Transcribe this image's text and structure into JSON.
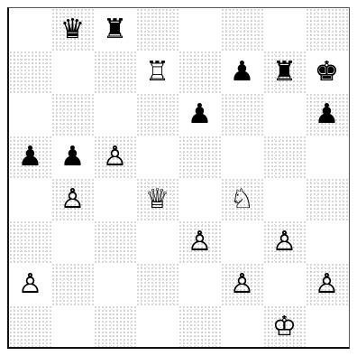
{
  "board": {
    "files": [
      "a",
      "b",
      "c",
      "d",
      "e",
      "f",
      "g",
      "h"
    ],
    "ranks": [
      "8",
      "7",
      "6",
      "5",
      "4",
      "3",
      "2",
      "1"
    ],
    "light_square_color": "#ffffff",
    "dark_square_style": "stippled",
    "orientation": "white-at-bottom"
  },
  "pieces": [
    {
      "square": "b8",
      "color": "black",
      "type": "queen",
      "glyph": "♛",
      "icon": "black-queen-icon"
    },
    {
      "square": "c8",
      "color": "black",
      "type": "rook",
      "glyph": "♜",
      "icon": "black-rook-icon"
    },
    {
      "square": "d7",
      "color": "white",
      "type": "rook",
      "glyph": "♖",
      "icon": "white-rook-icon"
    },
    {
      "square": "f7",
      "color": "black",
      "type": "pawn",
      "glyph": "♟",
      "icon": "black-pawn-icon"
    },
    {
      "square": "g7",
      "color": "black",
      "type": "rook",
      "glyph": "♜",
      "icon": "black-rook-icon"
    },
    {
      "square": "h7",
      "color": "black",
      "type": "king",
      "glyph": "♚",
      "icon": "black-king-icon"
    },
    {
      "square": "e6",
      "color": "black",
      "type": "pawn",
      "glyph": "♟",
      "icon": "black-pawn-icon"
    },
    {
      "square": "h6",
      "color": "black",
      "type": "pawn",
      "glyph": "♟",
      "icon": "black-pawn-icon"
    },
    {
      "square": "a5",
      "color": "black",
      "type": "pawn",
      "glyph": "♟",
      "icon": "black-pawn-icon"
    },
    {
      "square": "b5",
      "color": "black",
      "type": "pawn",
      "glyph": "♟",
      "icon": "black-pawn-icon"
    },
    {
      "square": "c5",
      "color": "white",
      "type": "pawn",
      "glyph": "♙",
      "icon": "white-pawn-icon"
    },
    {
      "square": "b4",
      "color": "white",
      "type": "pawn",
      "glyph": "♙",
      "icon": "white-pawn-icon"
    },
    {
      "square": "d4",
      "color": "white",
      "type": "queen",
      "glyph": "♕",
      "icon": "white-queen-icon"
    },
    {
      "square": "f4",
      "color": "white",
      "type": "knight",
      "glyph": "♘",
      "icon": "white-knight-icon"
    },
    {
      "square": "e3",
      "color": "white",
      "type": "pawn",
      "glyph": "♙",
      "icon": "white-pawn-icon"
    },
    {
      "square": "g3",
      "color": "white",
      "type": "pawn",
      "glyph": "♙",
      "icon": "white-pawn-icon"
    },
    {
      "square": "a2",
      "color": "white",
      "type": "pawn",
      "glyph": "♙",
      "icon": "white-pawn-icon"
    },
    {
      "square": "f2",
      "color": "white",
      "type": "pawn",
      "glyph": "♙",
      "icon": "white-pawn-icon"
    },
    {
      "square": "h2",
      "color": "white",
      "type": "pawn",
      "glyph": "♙",
      "icon": "white-pawn-icon"
    },
    {
      "square": "g1",
      "color": "white",
      "type": "king",
      "glyph": "♔",
      "icon": "white-king-icon"
    }
  ]
}
